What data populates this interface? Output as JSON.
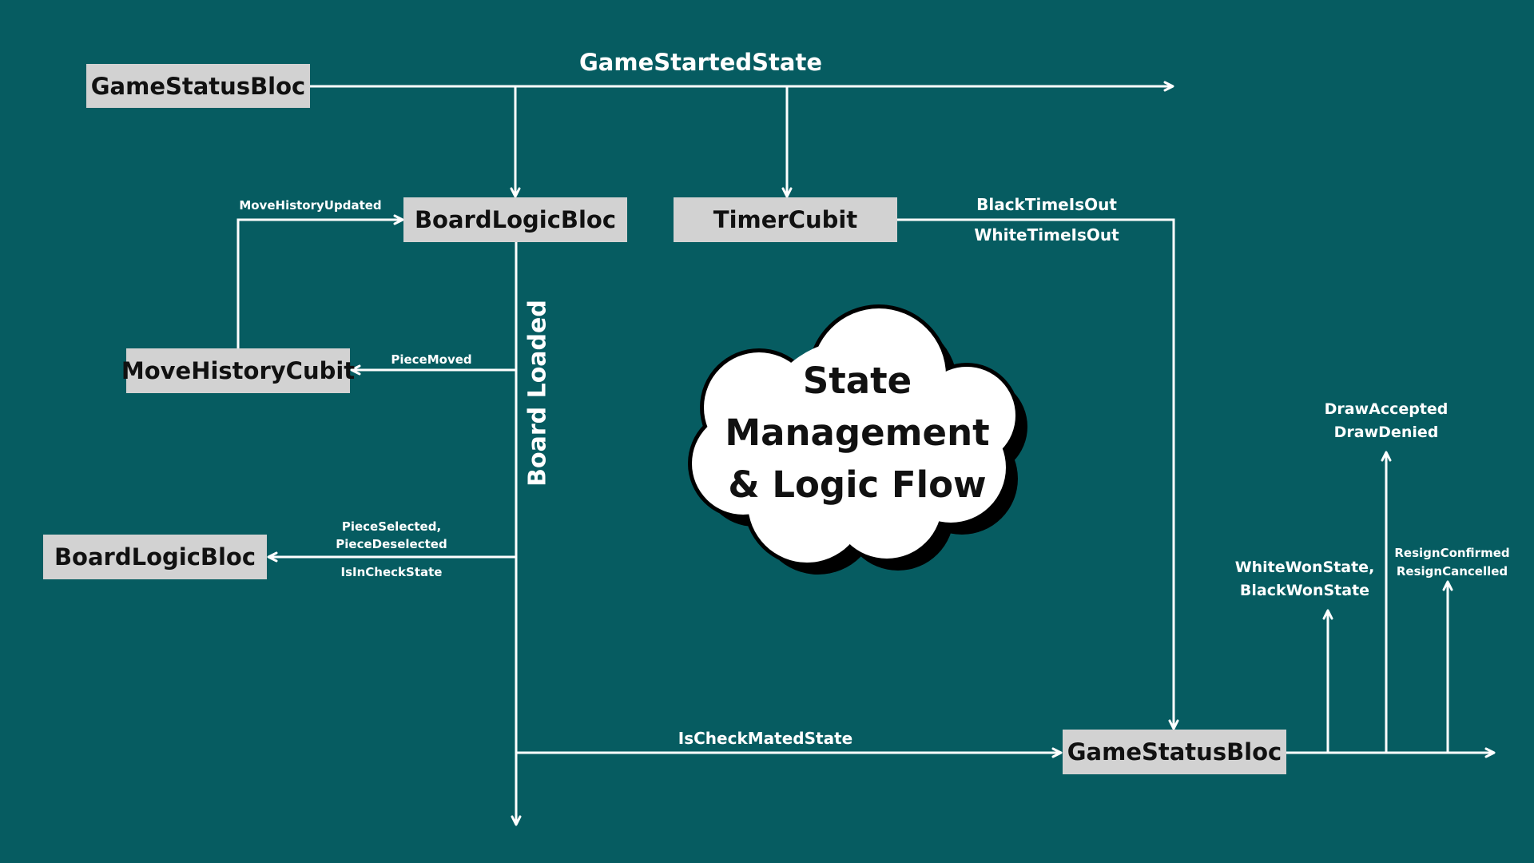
{
  "nodes": {
    "game_status_top": "GameStatusBloc",
    "board_logic_top": "BoardLogicBloc",
    "timer": "TimerCubit",
    "move_history": "MoveHistoryCubit",
    "board_logic_left": "BoardLogicBloc",
    "game_status_bottom": "GameStatusBloc"
  },
  "edges": {
    "game_started": "GameStartedState",
    "move_history_updated": "MoveHistoryUpdated",
    "black_time_out": "BlackTimeIsOut",
    "white_time_out": "WhiteTimeIsOut",
    "piece_moved": "PieceMoved",
    "board_loaded": "Board Loaded",
    "piece_selected": "PieceSelected,",
    "piece_deselected": "PieceDeselected",
    "is_in_check": "IsInCheckState",
    "is_check_mated": "IsCheckMatedState",
    "draw_accepted": "DrawAccepted",
    "draw_denied": "DrawDenied",
    "white_won": "WhiteWonState,",
    "black_won": "BlackWonState",
    "resign_confirmed": "ResignConfirmed",
    "resign_cancelled": "ResignCancelled"
  },
  "cloud": {
    "line1": "State",
    "line2": "Management",
    "line3": "& Logic Flow"
  },
  "colors": {
    "background": "#065c61",
    "box": "#d2d2d2",
    "line": "#ffffff",
    "cloud_fill": "#ffffff",
    "cloud_shadow": "#000000"
  }
}
